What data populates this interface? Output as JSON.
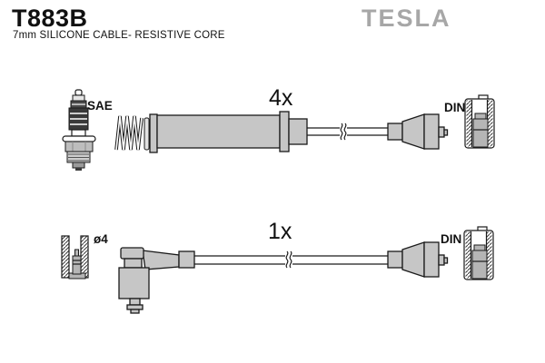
{
  "header": {
    "part_number": "T883B",
    "subtitle": "7mm SILICONE CABLE- RESISTIVE CORE",
    "brand_logo": "TESLA"
  },
  "top_assembly": {
    "quantity": "4x",
    "left_end_label": "SAE",
    "right_end_label": "DIN"
  },
  "bottom_assembly": {
    "quantity": "1x",
    "left_end_label": "ø4",
    "right_end_label": "DIN"
  },
  "icons": {
    "spark_plug": "spark-plug-icon",
    "spring_boot": "spring-coil-icon",
    "din_connector": "din-connector-cross-section-icon",
    "socket_4mm": "4mm-socket-cross-section-icon",
    "cable_break": "cable-break-icon"
  },
  "colors": {
    "background": "#ffffff",
    "boot_fill": "#c6c6c6",
    "terminal_fill": "#b5b5b5",
    "outline": "#1a1a1a",
    "brand_gray": "#a7a7a7",
    "text": "#111111"
  }
}
